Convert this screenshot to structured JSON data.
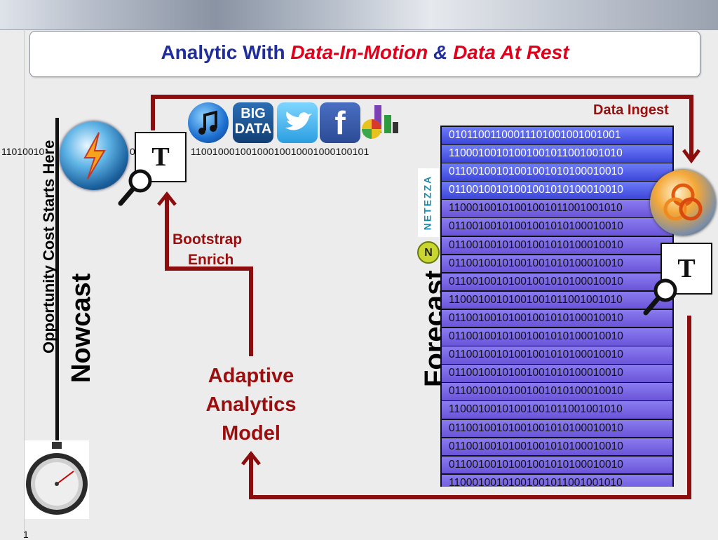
{
  "slide": {
    "title_part1": "Analytic With ",
    "title_part2": "Data-In-Motion",
    "title_amp": " & ",
    "title_part3": "Data At Rest",
    "page_number": "1"
  },
  "labels": {
    "opportunity": "Opportunity Cost Starts Here",
    "nowcast": "Nowcast",
    "forecast": "Forecast",
    "data_ingest": "Data Ingest",
    "bootstrap": "Bootstrap",
    "enrich": "Enrich",
    "model_line1": "Adaptive",
    "model_line2": "Analytics",
    "model_line3": "Model",
    "t_left": "T",
    "t_right": "T",
    "netezza": "NETEZZA",
    "big_data_1": "BIG",
    "big_data_2": "DATA"
  },
  "stream": {
    "left": "11010010",
    "mid": "0",
    "right": "11001000100100010010001000100101"
  },
  "grid_rows": [
    "01011001100011101001001001001",
    "11000100101001001011001001010",
    "01100100101001001010100010010",
    "01100100101001001010100010010",
    "11000100101001001011001001010",
    "01100100101001001010100010010",
    "01100100101001001010100010010",
    "01100100101001001010100010010",
    "01100100101001001010100010010",
    "11000100101001001011001001010",
    "01100100101001001010100010010",
    "01100100101001001010100010010",
    "01100100101001001010100010010",
    "01100100101001001010100010010",
    "01100100101001001010100010010",
    "11000100101001001011001001010",
    "01100100101001001010100010010",
    "01100100101001001010100010010",
    "01100100101001001010100010010",
    "11000100101001001011001001010"
  ],
  "icons": [
    "music-note-icon",
    "big-data-icon",
    "twitter-bird-icon",
    "facebook-icon",
    "chart-icon"
  ],
  "colors": {
    "arrow": "#8b0d0d",
    "title_blue": "#1f2e9a",
    "title_red": "#e1001c",
    "grid_purple": "#7a6ae8"
  }
}
